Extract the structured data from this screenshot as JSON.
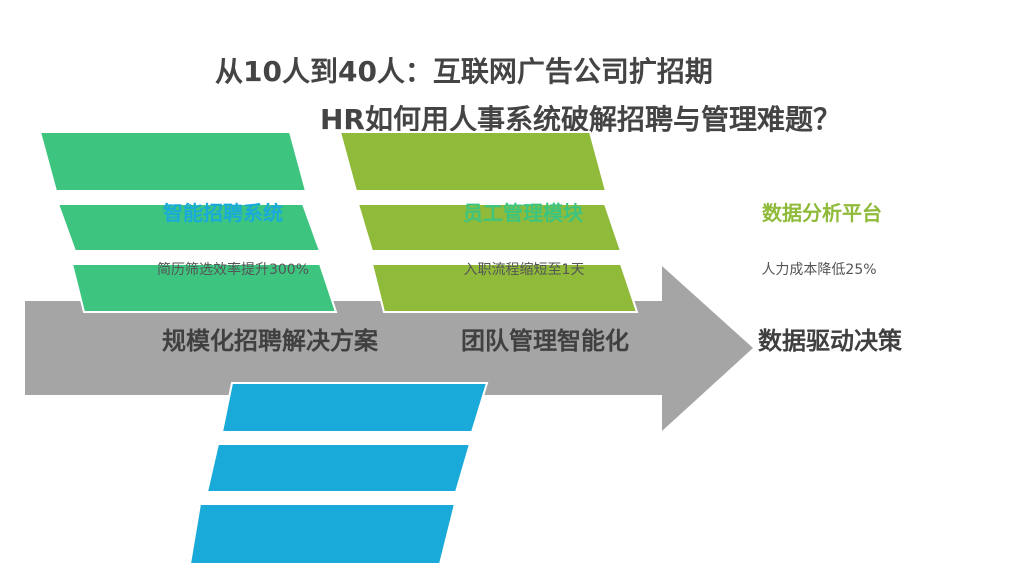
{
  "title": {
    "line1": "从10人到40人：互联网广告公司扩招期",
    "line2": "HR如何用人事系统破解招聘与管理难题？"
  },
  "colors": {
    "green": "#3dc580",
    "olive": "#8fba3a",
    "blue": "#1aaad9",
    "arrow": "#a5a5a5",
    "text_dark": "#444444"
  },
  "modules": [
    {
      "heading": "智能招聘系统",
      "detail": "简历筛选效率提升300%",
      "stage": "规模化招聘解决方案",
      "heading_color": "#1aaad9"
    },
    {
      "heading": "员工管理模块",
      "detail": "入职流程缩短至1天",
      "stage": "团队管理智能化",
      "heading_color": "#3dc580"
    },
    {
      "heading": "数据分析平台",
      "detail": "人力成本降低25%",
      "stage": "数据驱动决策",
      "heading_color": "#8fba3a"
    }
  ]
}
